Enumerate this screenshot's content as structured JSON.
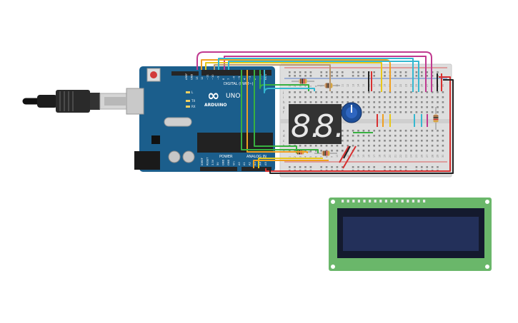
{
  "arduino": {
    "board_name": "ARDUINO",
    "model": "UNO",
    "logo_symbol": "∞",
    "digital_label": "DIGITAL (PWM~)",
    "power_label": "POWER",
    "analog_label": "ANALOG IN",
    "led_labels": [
      "L",
      "TX",
      "RX"
    ],
    "digital_pins": [
      "AREF",
      "GND",
      "13",
      "12",
      "~11",
      "~10",
      "~9",
      "8",
      "7",
      "~6",
      "~5",
      "4",
      "~3",
      "2",
      "TX 1",
      "RX 0"
    ],
    "power_pins": [
      "IOREF",
      "RESET",
      "3.3V",
      "5V",
      "GND",
      "GND",
      "Vin"
    ],
    "analog_pins": [
      "A0",
      "A1",
      "A2",
      "A3",
      "A4",
      "A5"
    ]
  },
  "breadboard": {
    "row_letters_top": [
      "j",
      "i",
      "h",
      "g",
      "f"
    ],
    "row_letters_bottom": [
      "e",
      "d",
      "c",
      "b",
      "a"
    ],
    "column_numbers": [
      "1",
      "2",
      "3",
      "4",
      "5",
      "6",
      "7",
      "8",
      "9",
      "10",
      "11",
      "12",
      "13",
      "14",
      "15",
      "16",
      "17",
      "18",
      "19",
      "20",
      "21",
      "22",
      "23",
      "24",
      "25",
      "26",
      "27",
      "28",
      "29",
      "30"
    ]
  },
  "seven_segment": {
    "digits": [
      "8.",
      "8."
    ],
    "color": "#e8e8e8"
  },
  "colors": {
    "board": "#1b5e8c",
    "breadboard": "#dedede",
    "lcd_pcb": "#6ab76a",
    "lcd_screen": "#23305a",
    "wire_magenta": "#c0398f",
    "wire_orange": "#f0a020",
    "wire_yellow": "#e8c818",
    "wire_cyan": "#35b8d0",
    "wire_green": "#38b040",
    "wire_red": "#d83030",
    "wire_tan": "#b89870"
  }
}
